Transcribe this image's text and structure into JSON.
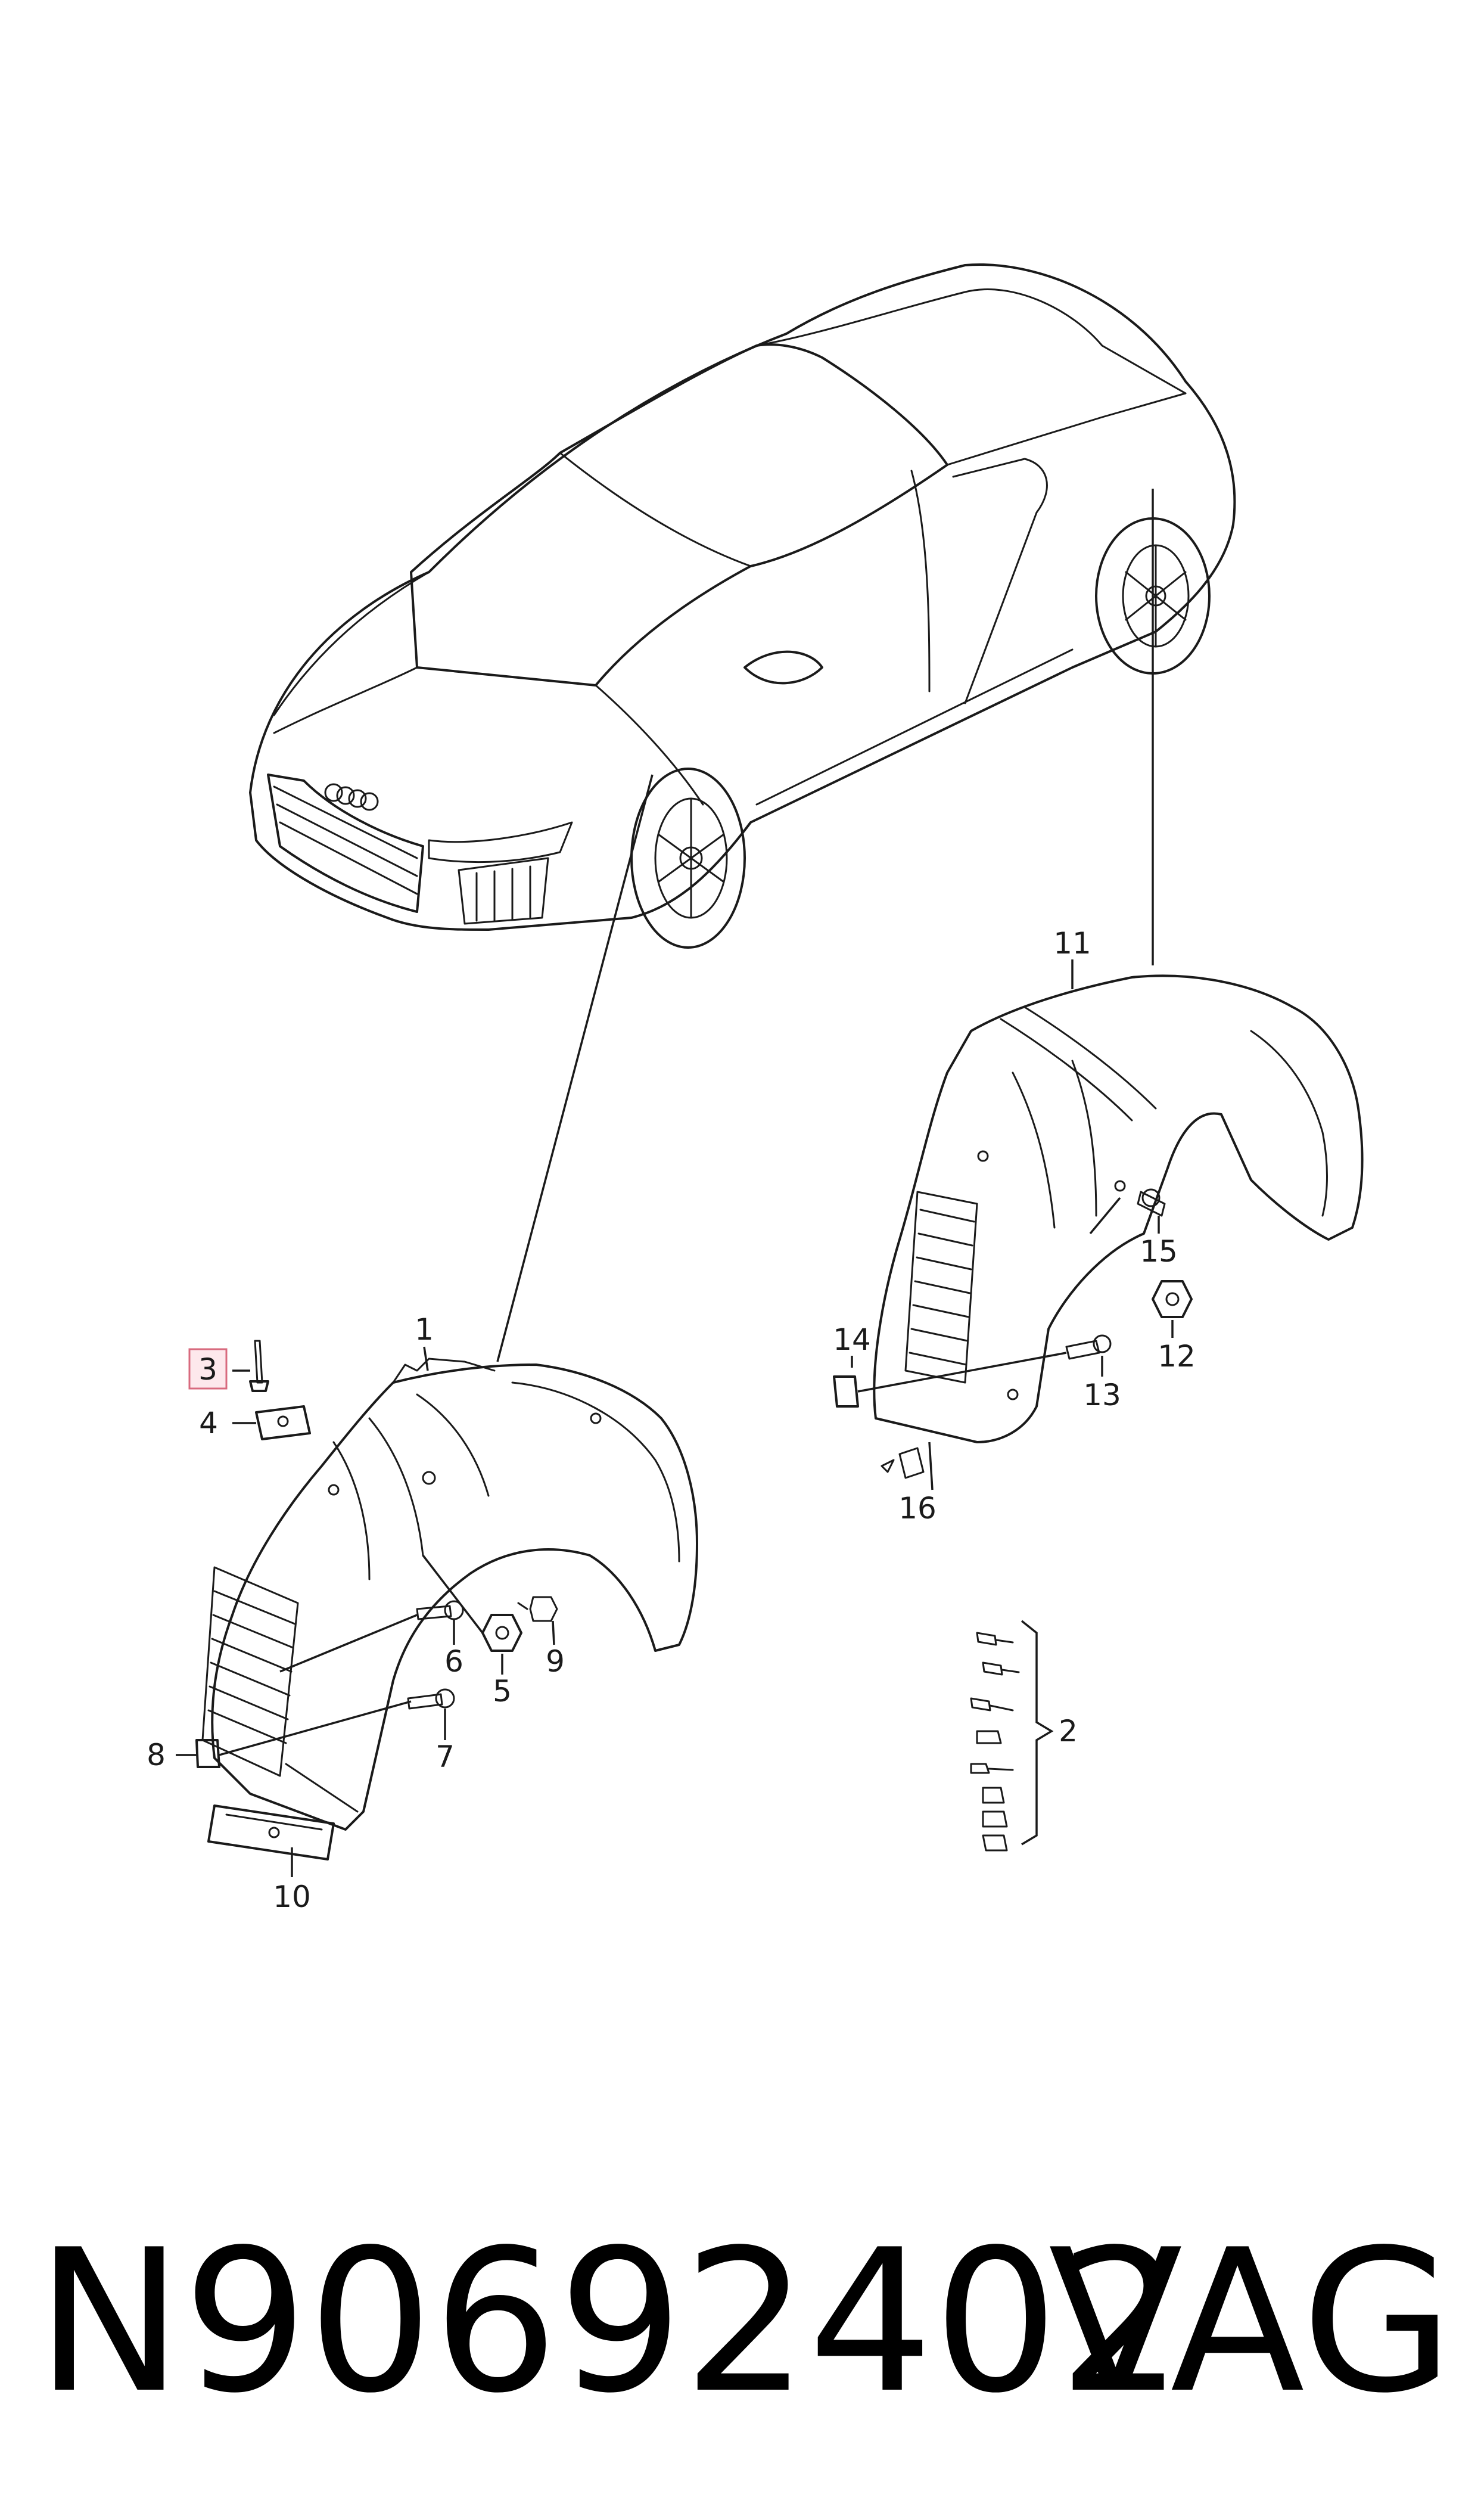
{
  "callouts": {
    "c1": "1",
    "c2": "2",
    "c3": "3",
    "c4": "4",
    "c5": "5",
    "c6": "6",
    "c7": "7",
    "c8": "8",
    "c9": "9",
    "c10": "10",
    "c11": "11",
    "c12": "12",
    "c13": "13",
    "c14": "14",
    "c15": "15",
    "c16": "16"
  },
  "highlighted_callout": "3",
  "footer": {
    "part_number": "N90692402",
    "brand": "VAG"
  }
}
